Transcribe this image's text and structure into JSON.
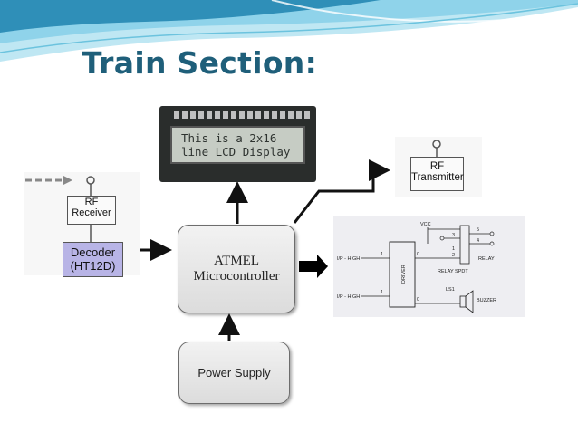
{
  "title": "Train Section:",
  "microcontroller": {
    "line1": "ATMEL",
    "line2": "Microcontroller"
  },
  "power_supply": "Power Supply",
  "lcd": {
    "line1": "This is a 2x16",
    "line2": "line LCD Display"
  },
  "rf_receiver": {
    "line1": "RF",
    "line2": "Receiver"
  },
  "decoder": {
    "line1": "Decoder",
    "line2": "(HT12D)"
  },
  "rf_transmitter": {
    "line1": "RF",
    "line2": "Transmitter"
  },
  "relay_circuit": {
    "vcc": "VCC",
    "input1": "I/P - HIGH",
    "input2": "I/P - HIGH",
    "driver": "DRIVER",
    "relay_label": "RELAY SPDT",
    "relay": "RELAY",
    "ls1": "LS1",
    "buzzer": "BUZZER",
    "pin_in1": "1",
    "pin_out1": "0",
    "pin_in2": "1",
    "pin_out2": "0",
    "pin3": "3",
    "pin5": "5",
    "pin4": "4",
    "pin_r1": "1",
    "pin_r2": "2"
  },
  "colors": {
    "title": "#1f5f7a",
    "wave_light": "#8fd3ea",
    "wave_dark": "#2f8fb8",
    "decoder_fill": "#b8b4e6"
  }
}
